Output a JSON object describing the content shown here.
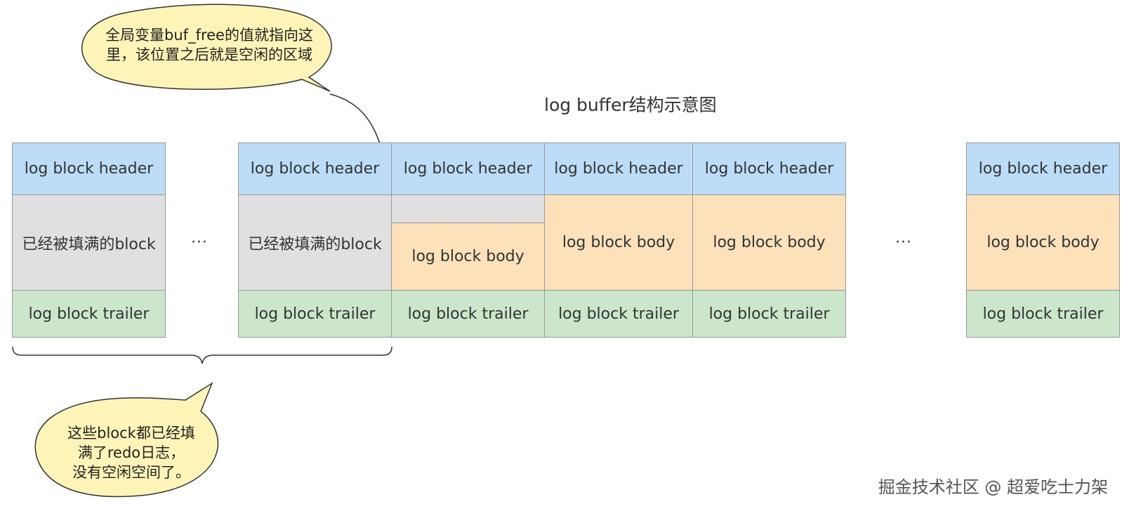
{
  "diagram": {
    "title": "log buffer结构示意图",
    "ellipsis": "···",
    "labels": {
      "header": "log block header",
      "filled": "已经被填满的block",
      "body": "log block body",
      "trailer": "log block trailer"
    },
    "callout_top": {
      "line1": "全局变量buf_free的值就指向这",
      "line2": "里，该位置之后就是空闲的区域"
    },
    "callout_bottom": {
      "line1": "这些block都已经填",
      "line2": "满了redo日志，",
      "line3": "没有空闲空间了。"
    },
    "colors": {
      "header": "#bcdcf7",
      "filled": "#e0e0e0",
      "body": "#fde1bb",
      "trailer": "#cbe6cb",
      "bubble": "#fff4b8"
    }
  },
  "watermark": "掘金技术社区 @ 超爱吃士力架"
}
